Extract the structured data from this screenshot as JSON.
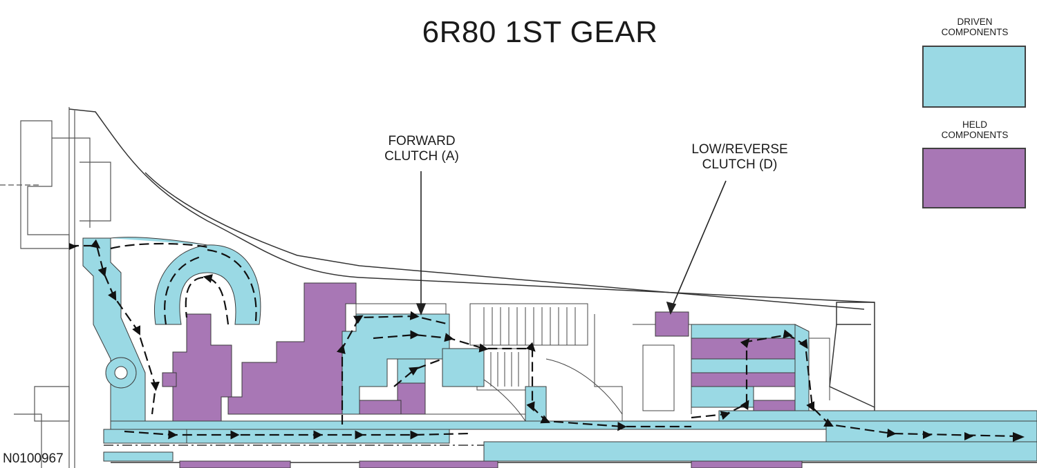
{
  "title": "6R80 1ST GEAR",
  "legend": [
    {
      "label_line1": "DRIVEN",
      "label_line2": "COMPONENTS",
      "color": "#9ad9e4"
    },
    {
      "label_line1": "HELD",
      "label_line2": "COMPONENTS",
      "color": "#a877b5"
    }
  ],
  "callouts": {
    "forward_clutch": {
      "line1": "FORWARD",
      "line2": "CLUTCH (A)"
    },
    "low_reverse_clutch": {
      "line1": "LOW/REVERSE",
      "line2": "CLUTCH (D)"
    }
  },
  "figure_id": "N0100967",
  "colors": {
    "driven": "#9ad9e4",
    "held": "#a877b5",
    "outline": "#3a3a3a",
    "arrow": "#111111"
  }
}
